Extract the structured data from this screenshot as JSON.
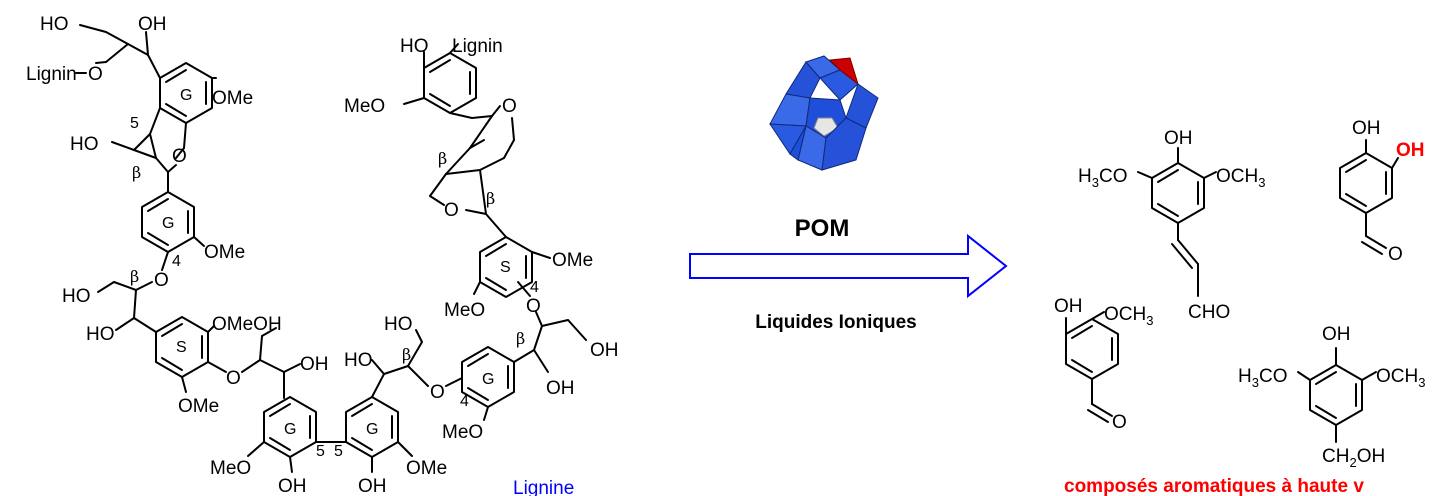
{
  "labels": {
    "lignin_name": "Lignine",
    "catalyst": "POM",
    "solvent": "Liquides Ioniques",
    "products_caption": "composés aromatiques à haute v",
    "beta": "β",
    "lignin_link": "Lignin",
    "ring_g": "G",
    "ring_s": "S",
    "pos4": "4",
    "pos5": "5",
    "oh": "OH",
    "ho": "HO",
    "ome": "OMe",
    "meo": "MeO",
    "o": "O",
    "och3": "OCH",
    "h3co_h": "H",
    "h3co_rest": "CO",
    "sub3": "3",
    "cho": "CHO",
    "ch2oh_pre": "CH",
    "ch2oh_sub": "2",
    "ch2oh_post": "OH",
    "meoh_frag": "OMeOH"
  },
  "colors": {
    "lignin_label": "#0000ff",
    "arrow": "#0000ff",
    "highlight": "#ff0000",
    "pom_blue": "#1f4fd8",
    "pom_red": "#cc0000"
  },
  "icons": {
    "pom": "polyoxometalate-cluster"
  }
}
